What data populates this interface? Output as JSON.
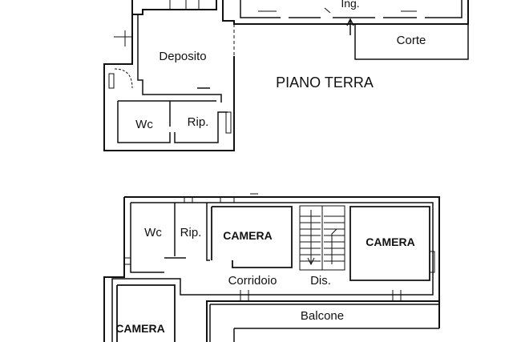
{
  "ground_floor": {
    "title": "PIANO TERRA",
    "rooms": {
      "ingresso": "Ing.",
      "corte": "Corte",
      "deposito": "Deposito",
      "wc": "Wc",
      "ripostiglio": "Rip."
    }
  },
  "first_floor": {
    "rooms": {
      "wc": "Wc",
      "ripostiglio": "Rip.",
      "camera_center": "CAMERA",
      "camera_right": "CAMERA",
      "camera_bottom_left": "CAMERA",
      "corridoio": "Corridoio",
      "disimpegno": "Dis.",
      "balcone": "Balcone"
    }
  },
  "colors": {
    "wall": "#111111",
    "background": "#ffffff"
  }
}
